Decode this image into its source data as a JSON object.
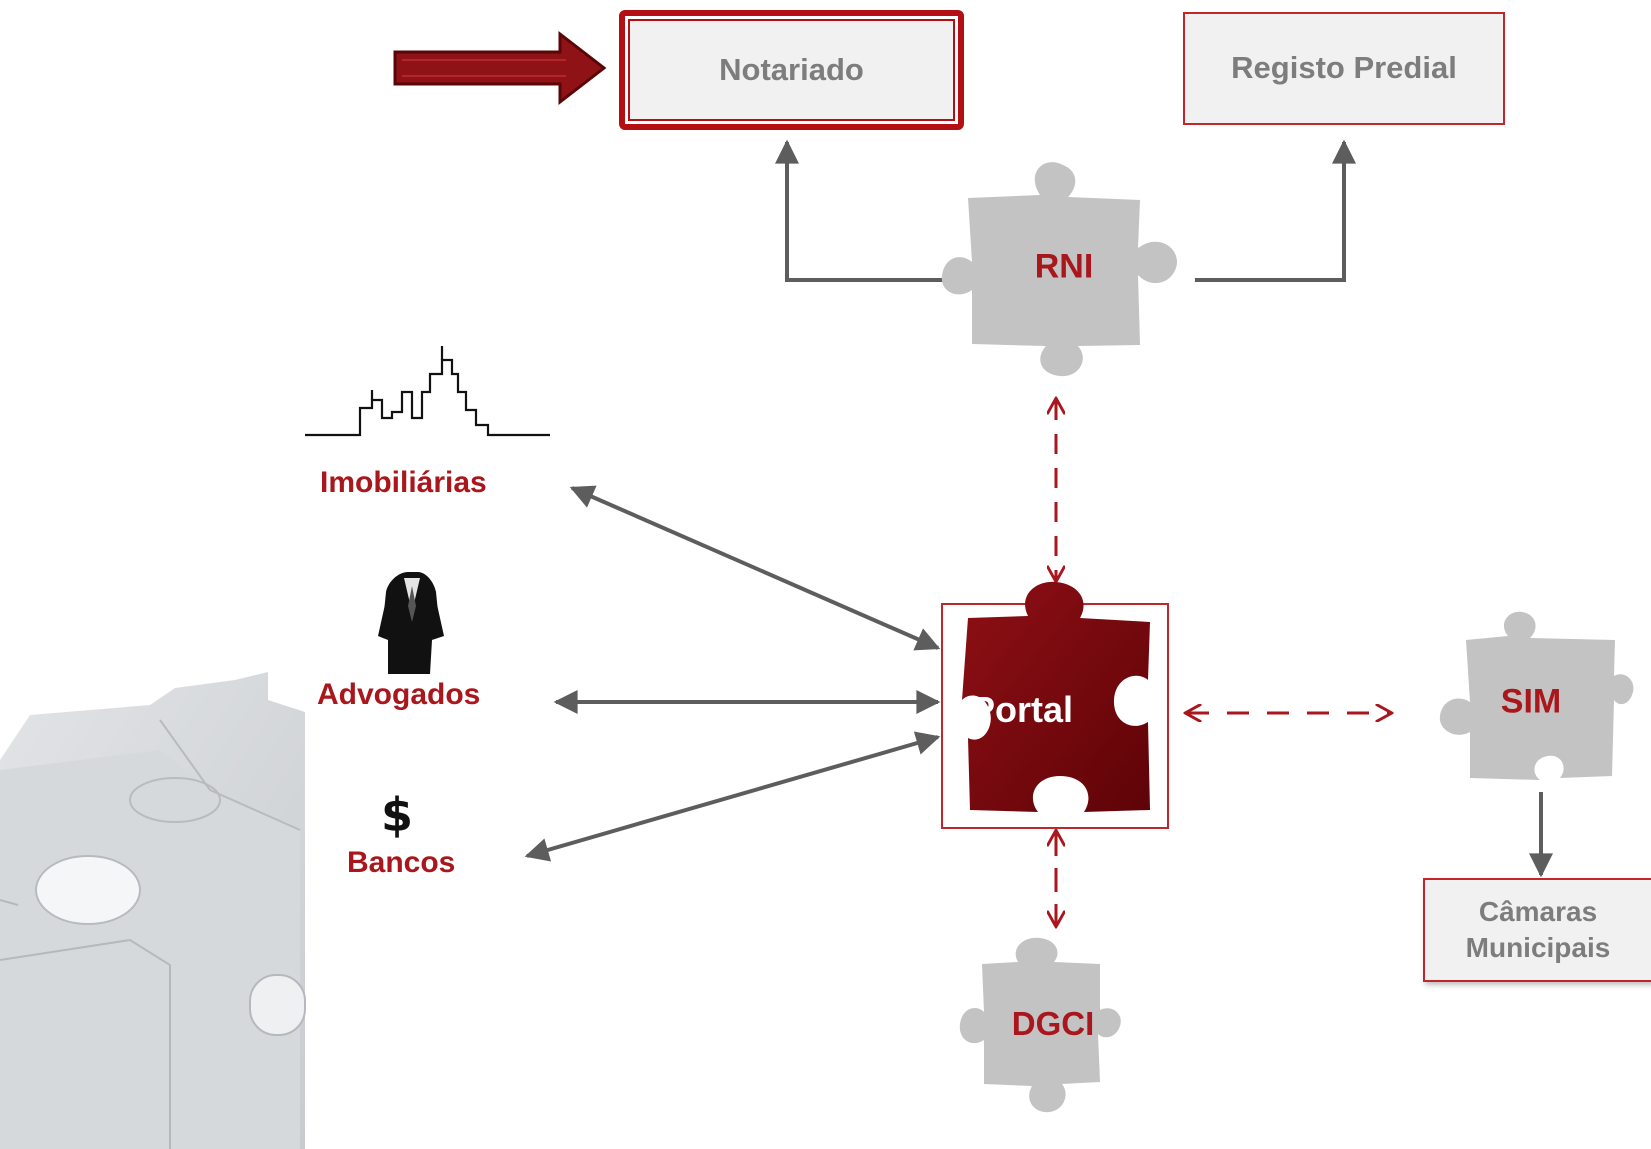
{
  "boxes": {
    "notariado": "Notariado",
    "registo_predial": "Registo Predial",
    "camaras_line1": "Câmaras",
    "camaras_line2": "Municipais"
  },
  "pieces": {
    "rni": "RNI",
    "portal": "Portal",
    "sim": "SIM",
    "dgci": "DGCI"
  },
  "actors": {
    "imobiliarias": "Imobiliárias",
    "advogados": "Advogados",
    "bancos": "Bancos",
    "dollar_symbol": "$"
  },
  "colors": {
    "accent_red": "#a9161c",
    "dark_red": "#7a0a0e",
    "grey_piece": "#c3c3c3",
    "arrow_grey": "#5d5d5d",
    "box_bg": "#f1f1f1"
  },
  "icons": {
    "pointer": "red-arrow-icon",
    "city": "city-skyline-icon",
    "lawyer": "lawyer-robe-icon",
    "puzzle_decor": "puzzle-pieces-icon"
  }
}
